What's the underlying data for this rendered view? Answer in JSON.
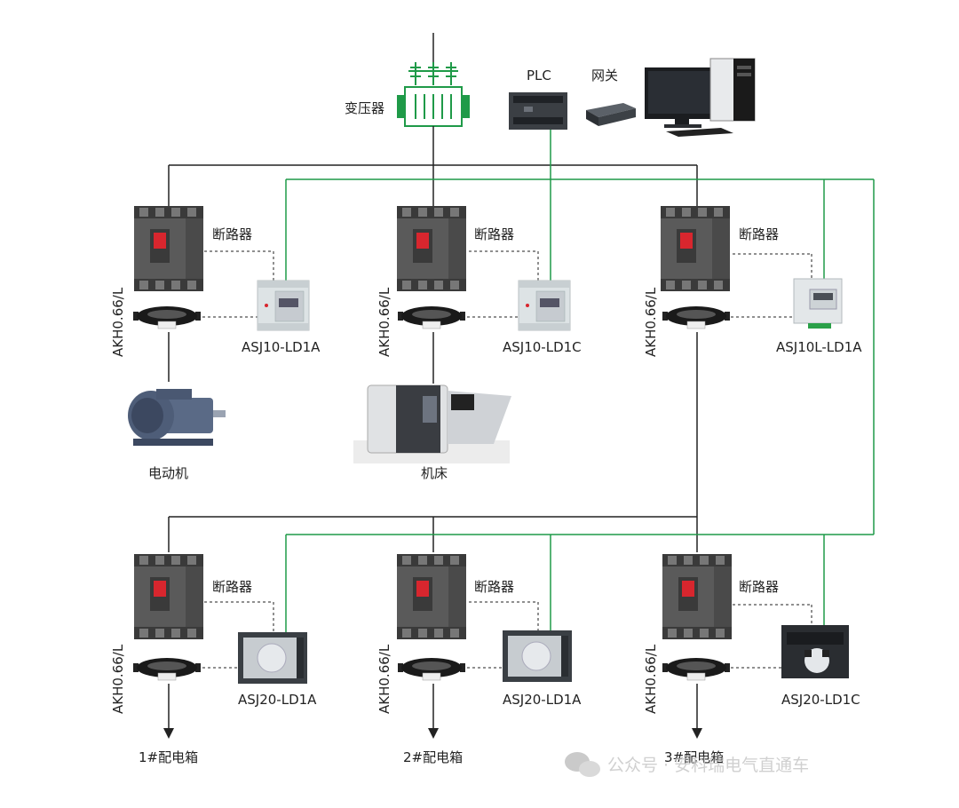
{
  "labels": {
    "transformer": "变压器",
    "plc": "PLC",
    "gateway": "网关",
    "breaker": "断路器",
    "ct": "AKH0.66/L",
    "motor": "电动机",
    "machine_tool": "机床",
    "box1": "1#配电箱",
    "box2": "2#配电箱",
    "box3": "3#配电箱"
  },
  "devices": {
    "upper": [
      "ASJ10-LD1A",
      "ASJ10-LD1C",
      "ASJ10L-LD1A"
    ],
    "lower": [
      "ASJ20-LD1A",
      "ASJ20-LD1A",
      "ASJ20-LD1C"
    ]
  },
  "watermark": "公众号 · 安科瑞电气直通车",
  "colors": {
    "power_line": "#222222",
    "comm_line": "#1f9a48",
    "transformer": "#1f9a48",
    "breaker_body": "#555555",
    "breaker_handle": "#d8262e"
  }
}
